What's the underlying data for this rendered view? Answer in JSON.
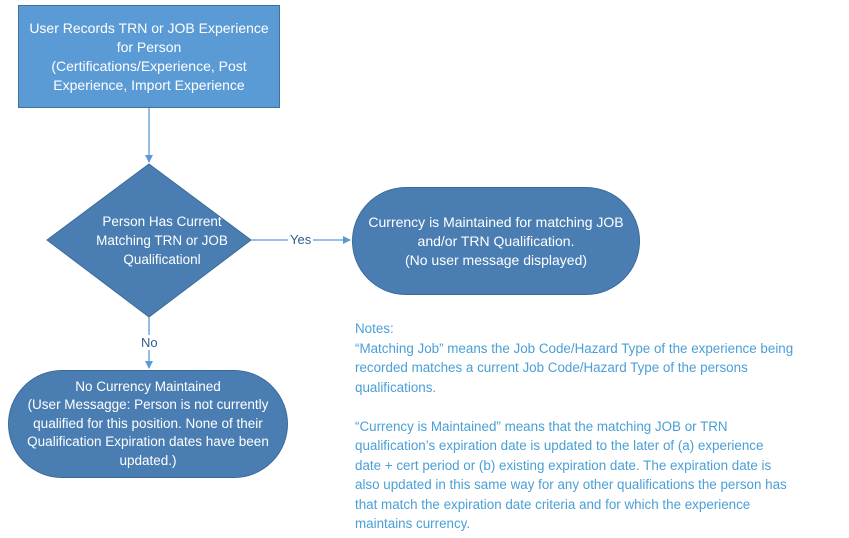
{
  "diagram": {
    "start": {
      "lines": [
        "User Records TRN or JOB Experience",
        "for Person",
        "(Certifications/Experience, Post",
        "Experience, Import Experience"
      ]
    },
    "decision": {
      "lines": [
        "Person Has Current",
        "Matching TRN or JOB",
        "Qualificationl"
      ]
    },
    "yes_outcome": {
      "lines": [
        "Currency is Maintained for matching JOB",
        "and/or TRN Qualification.",
        "(No user message displayed)"
      ]
    },
    "no_outcome": {
      "lines": [
        "No Currency Maintained",
        "(User Messagge: Person is not currently",
        "qualified for this position.  None of their",
        "Qualification Expiration dates have been",
        "updated.)"
      ]
    },
    "edges": {
      "yes_label": "Yes",
      "no_label": "No"
    },
    "notes": {
      "heading": "Notes:",
      "para1_lines": [
        "“Matching Job” means the Job Code/Hazard Type  of the experience being",
        "recorded matches a current Job Code/Hazard Type of the persons",
        "qualifications."
      ],
      "para2_lines": [
        "“Currency is Maintained” means that the matching JOB or TRN",
        "qualification’s expiration date is updated to the later of (a) experience",
        "date + cert period or (b) existing expiration date.  The expiration date is",
        "also updated in this same way for any other qualifications the person has",
        "that match the expiration date criteria and for which the experience",
        "maintains currency."
      ]
    },
    "colors": {
      "start_fill": "#5b9bd5",
      "shape_fill": "#4a7eb3",
      "connector": "#5b9bd5",
      "notes_text": "#4a9fd6"
    }
  }
}
